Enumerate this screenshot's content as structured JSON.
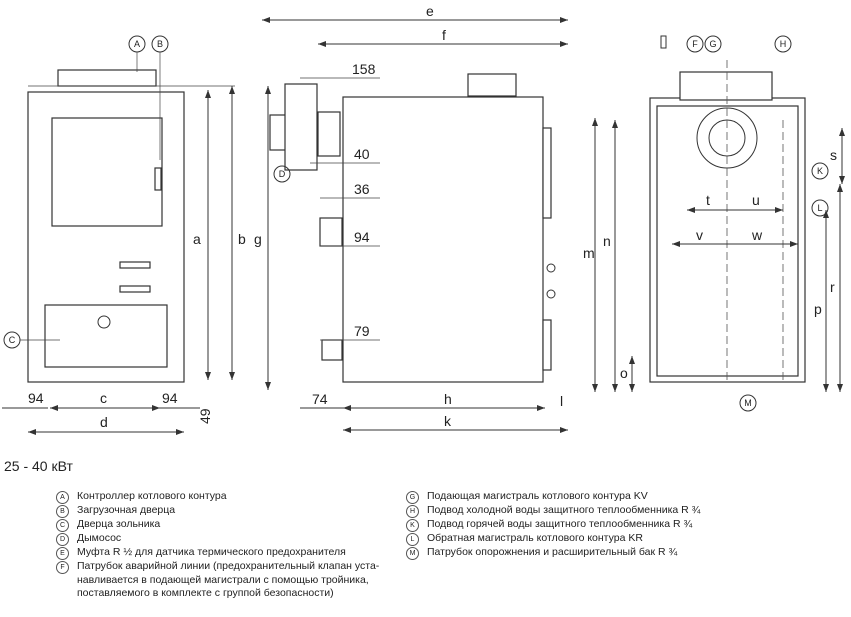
{
  "power_range": "25 - 40 кВт",
  "markers": {
    "A": "A",
    "B": "B",
    "C": "C",
    "D": "D",
    "F": "F",
    "G": "G",
    "H": "H",
    "K": "K",
    "L": "L",
    "M": "M"
  },
  "front_view": {
    "dims": {
      "a": "a",
      "b": "b",
      "c": "c",
      "d": "d",
      "left_94": "94",
      "right_94": "94",
      "h49": "49"
    }
  },
  "side_view": {
    "dims": {
      "e": "e",
      "f": "f",
      "g": "g",
      "h": "h",
      "k": "k",
      "l": "l",
      "d158": "158",
      "d40": "40",
      "d36": "36",
      "d94": "94",
      "d79": "79",
      "d74": "74"
    }
  },
  "rear_view": {
    "dims": {
      "m": "m",
      "n": "n",
      "o": "o",
      "p": "p",
      "r": "r",
      "s": "s",
      "t": "t",
      "u": "u",
      "v": "v",
      "w": "w"
    }
  },
  "legend": [
    {
      "key": "A",
      "text": "Контроллер котлового контура"
    },
    {
      "key": "B",
      "text": "Загрузочная дверца"
    },
    {
      "key": "C",
      "text": "Дверца зольника"
    },
    {
      "key": "D",
      "text": "Дымосос"
    },
    {
      "key": "E",
      "text": "Муфта R ½ для датчика термического предохранителя"
    },
    {
      "key": "F",
      "text": "Патрубок аварийной линии (предохранительный клапан уста-навливается в подающей магистрали с помощью тройника, поставляемого в комплекте с группой безопасности)"
    },
    {
      "key": "G",
      "text": "Подающая магистраль котлового контура KV"
    },
    {
      "key": "H",
      "text": "Подвод холодной воды защитного теплообменника R ¾"
    },
    {
      "key": "K",
      "text": "Подвод горячей воды защитного теплообменника R ¾"
    },
    {
      "key": "L",
      "text": "Обратная магистраль котлового контура KR"
    },
    {
      "key": "M",
      "text": "Патрубок опорожнения и расширительный бак R ¾"
    }
  ]
}
